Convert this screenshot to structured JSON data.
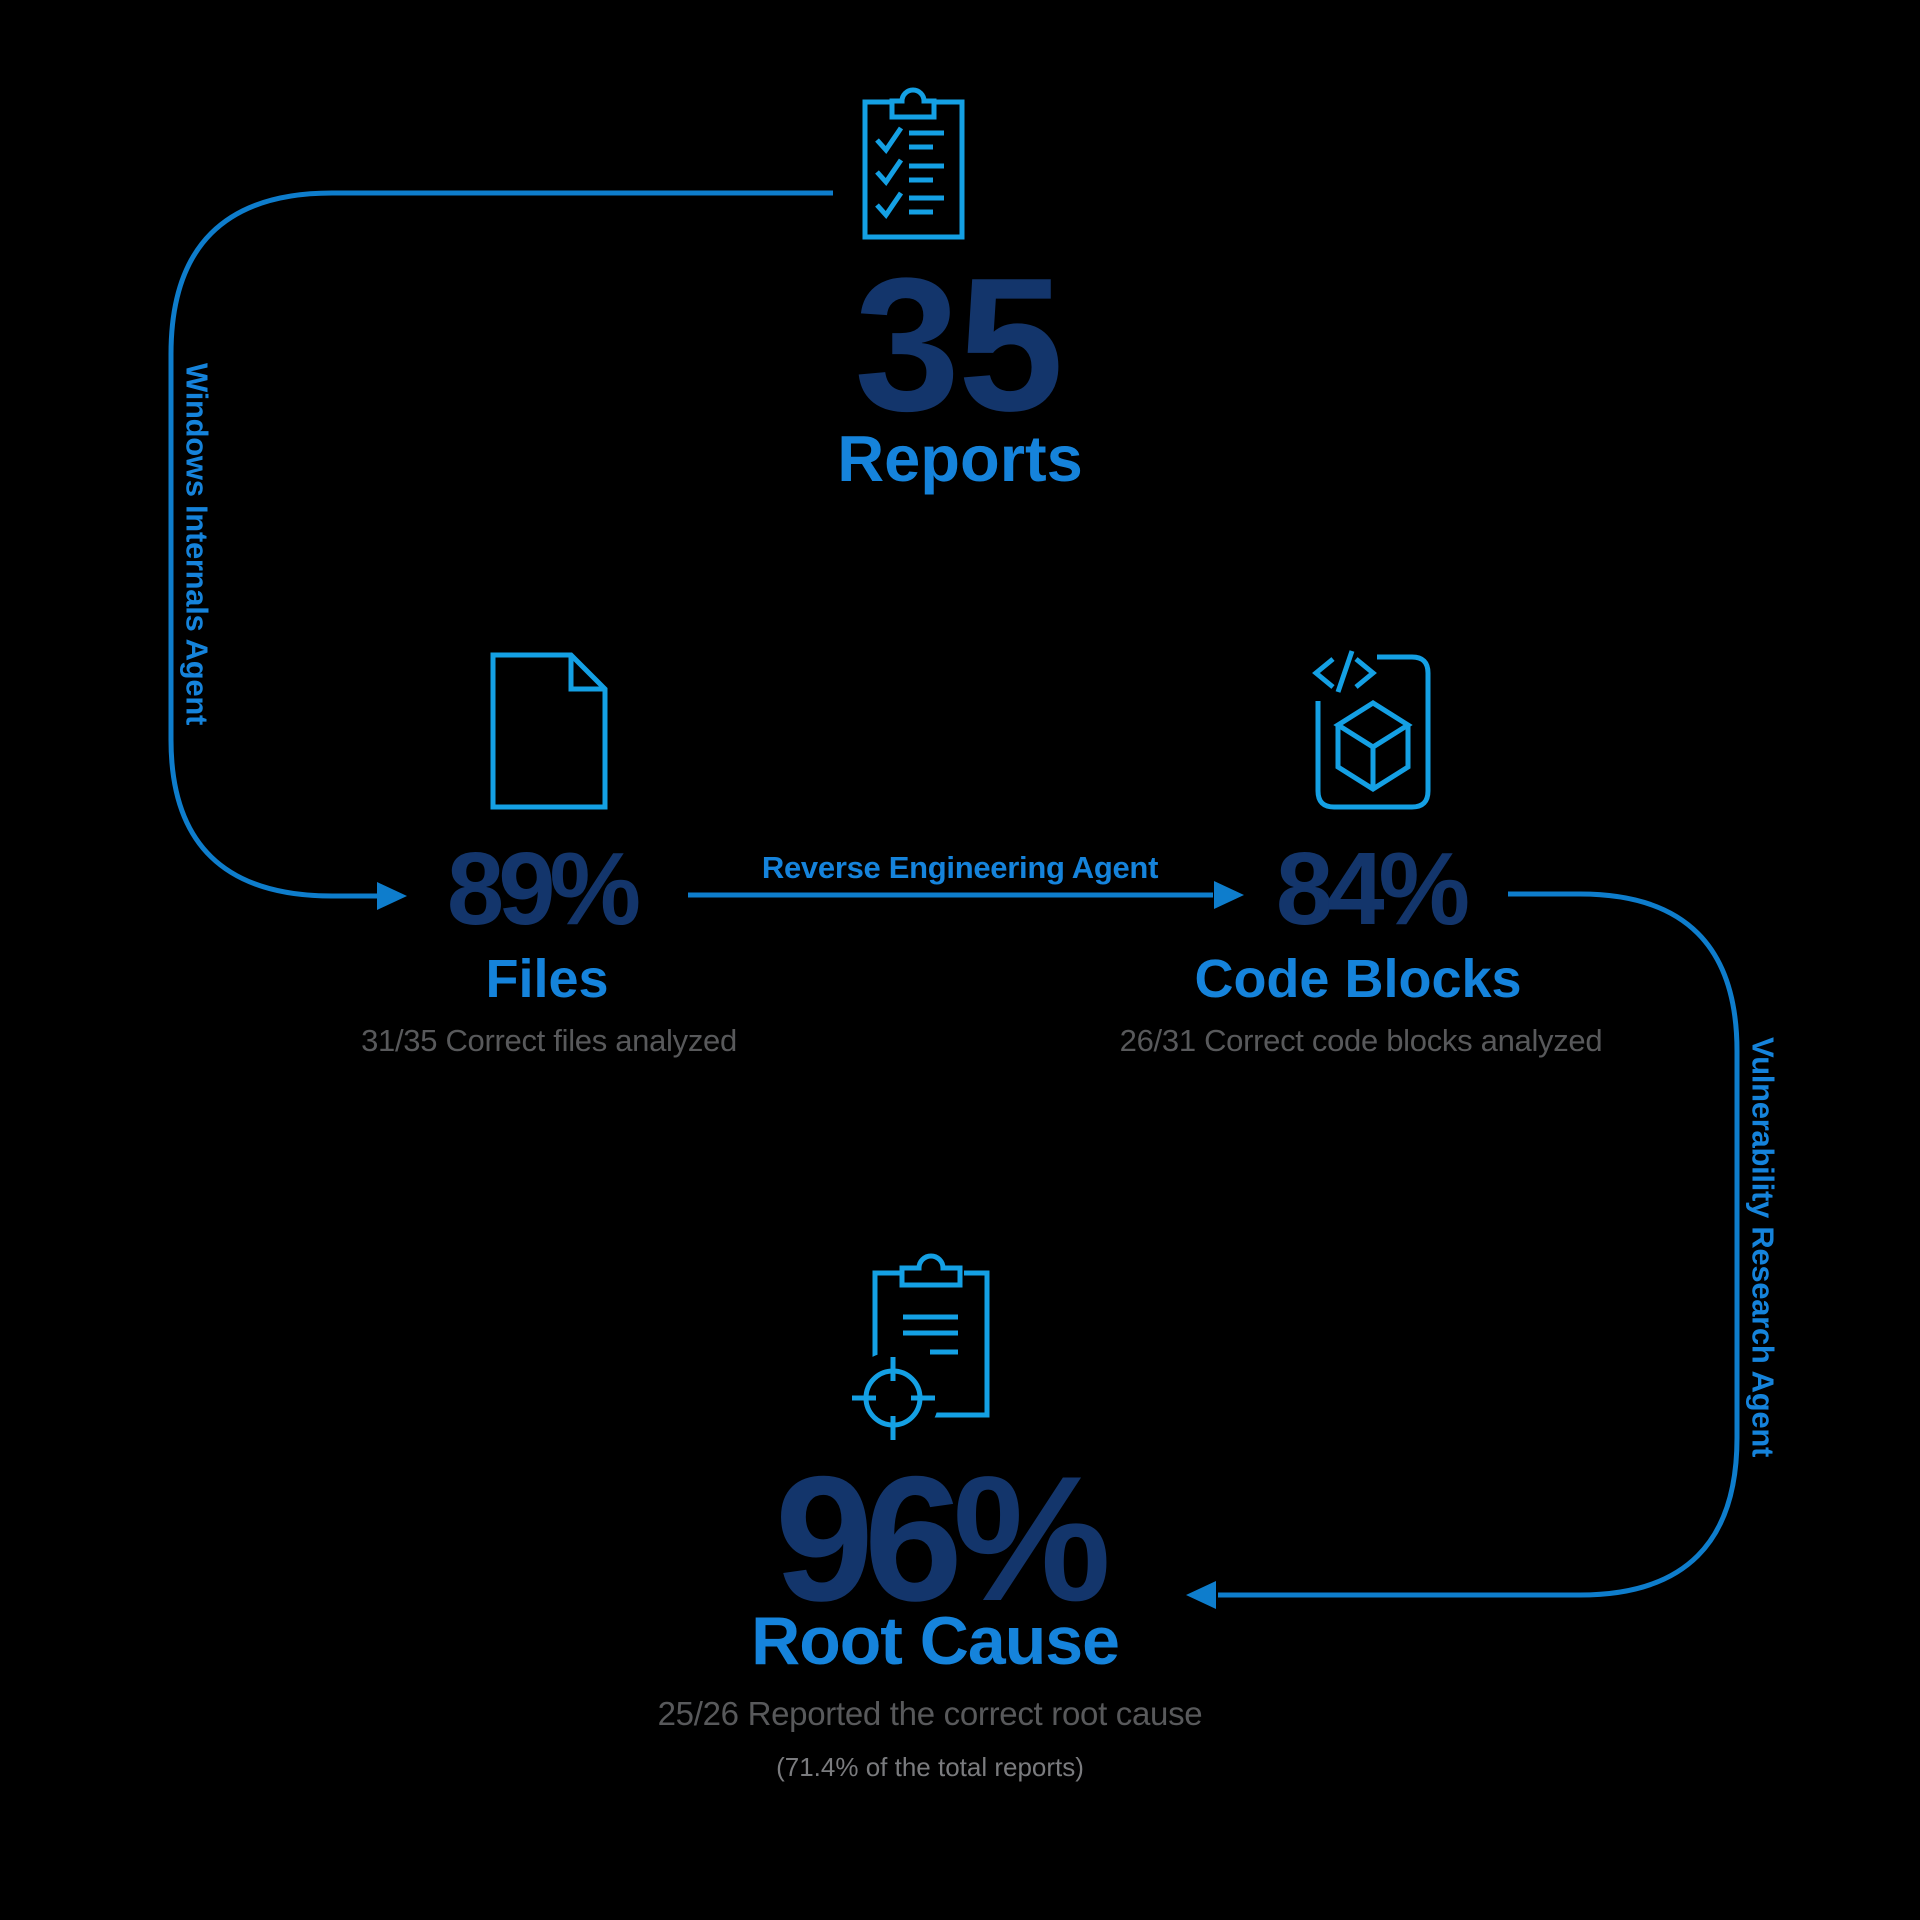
{
  "palette": {
    "background": "#000000",
    "navy": "#13356B",
    "line_blue": "#0E7DCC",
    "label_blue": "#1583DB",
    "icon_blue": "#14A0E4",
    "gray": "#58595B",
    "gray_light": "#7A7B7E"
  },
  "nodes": {
    "reports": {
      "value": "35",
      "label": "Reports",
      "icon": "checklist-clipboard-icon"
    },
    "files": {
      "value": "89%",
      "label": "Files",
      "subtext": "31/35 Correct files analyzed",
      "icon": "document-icon"
    },
    "code_blocks": {
      "value": "84%",
      "label": "Code Blocks",
      "subtext": "26/31 Correct code blocks analyzed",
      "icon": "code-cube-file-icon"
    },
    "root_cause": {
      "value": "96%",
      "label": "Root Cause",
      "subtext": "25/26 Reported the correct root cause",
      "subtext_secondary": "(71.4% of the total reports)",
      "icon": "target-clipboard-icon"
    }
  },
  "connectors": {
    "reports_to_files": {
      "label": "Windows Internals Agent"
    },
    "files_to_code_blocks": {
      "label": "Reverse Engineering Agent"
    },
    "code_blocks_to_root_cause": {
      "label": "Vulnerability Research Agent"
    }
  }
}
